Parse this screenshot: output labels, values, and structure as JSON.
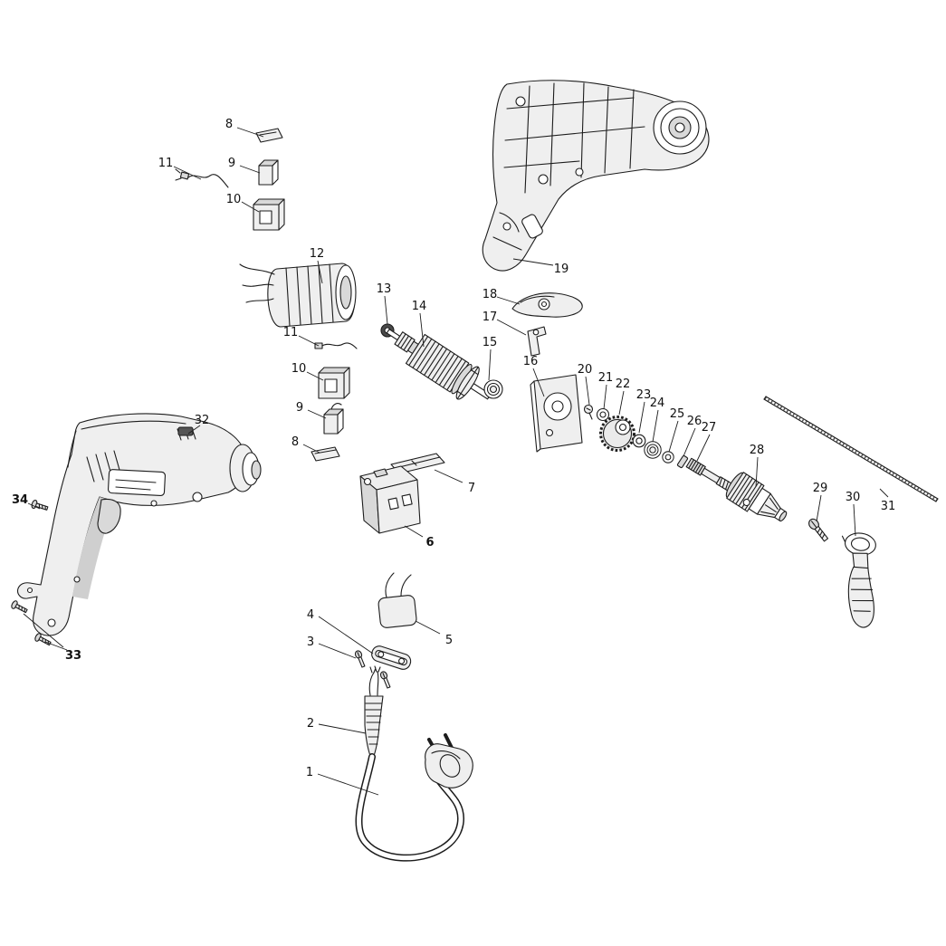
{
  "diagram": {
    "colors": {
      "background": "#ffffff",
      "line": "#1c1c1c",
      "shade_light": "#efefef",
      "shade_mid": "#d9d9d9"
    },
    "labels": [
      {
        "number": "8"
      },
      {
        "number": "9"
      },
      {
        "number": "11"
      },
      {
        "number": "10"
      },
      {
        "number": "12"
      },
      {
        "number": "11"
      },
      {
        "number": "10"
      },
      {
        "number": "9"
      },
      {
        "number": "8"
      },
      {
        "number": "13"
      },
      {
        "number": "14"
      },
      {
        "number": "15"
      },
      {
        "number": "16"
      },
      {
        "number": "17"
      },
      {
        "number": "18"
      },
      {
        "number": "19"
      },
      {
        "number": "20"
      },
      {
        "number": "21"
      },
      {
        "number": "22"
      },
      {
        "number": "23"
      },
      {
        "number": "24"
      },
      {
        "number": "25"
      },
      {
        "number": "26"
      },
      {
        "number": "27"
      },
      {
        "number": "28"
      },
      {
        "number": "29"
      },
      {
        "number": "30"
      },
      {
        "number": "31"
      },
      {
        "number": "32"
      },
      {
        "number": "33"
      },
      {
        "number": "34"
      },
      {
        "number": "7"
      },
      {
        "number": "6"
      },
      {
        "number": "5"
      },
      {
        "number": "4"
      },
      {
        "number": "3"
      },
      {
        "number": "2"
      },
      {
        "number": "1"
      }
    ]
  }
}
